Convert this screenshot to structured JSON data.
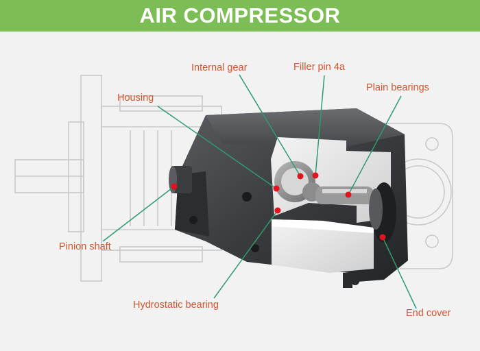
{
  "banner": {
    "title": "AIR COMPRESSOR"
  },
  "labels": {
    "internal_gear": "Internal gear",
    "filler_pin": "Filler pin 4a",
    "plain_bearings": "Plain bearings",
    "housing": "Housing",
    "pinion_shaft": "Pinion shaft",
    "hydrostatic_bearing": "Hydrostatic bearing",
    "end_cover": "End cover"
  },
  "colors": {
    "banner": "#7dbd55",
    "label_text": "#d2552e",
    "leader_line": "#2e9c6e",
    "marker": "#e0141e"
  }
}
